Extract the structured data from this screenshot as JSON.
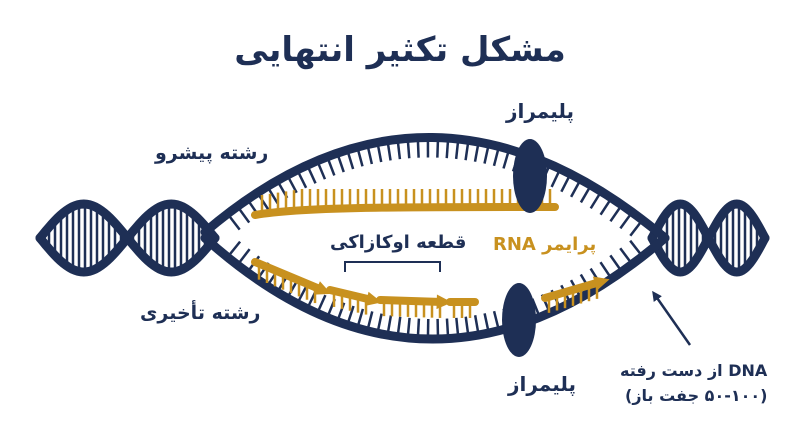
{
  "title": "مشکل تکثیر انتهایی",
  "labels": {
    "leading_strand": "رشته پیشرو",
    "lagging_strand": "رشته تأخیری",
    "okazaki_fragment": "قطعه اوکازاکی",
    "rna_primer": "پرایمر RNA",
    "polymerase_top": "پلیمراز",
    "polymerase_bottom": "پلیمراز",
    "dna_lost_line1": "DNA از دست رفته",
    "dna_lost_line2": "(۵۰-۱۰۰ جفت باز)"
  },
  "colors": {
    "navy": "#1e2f55",
    "gold": "#c8911f",
    "background": "#ffffff"
  }
}
